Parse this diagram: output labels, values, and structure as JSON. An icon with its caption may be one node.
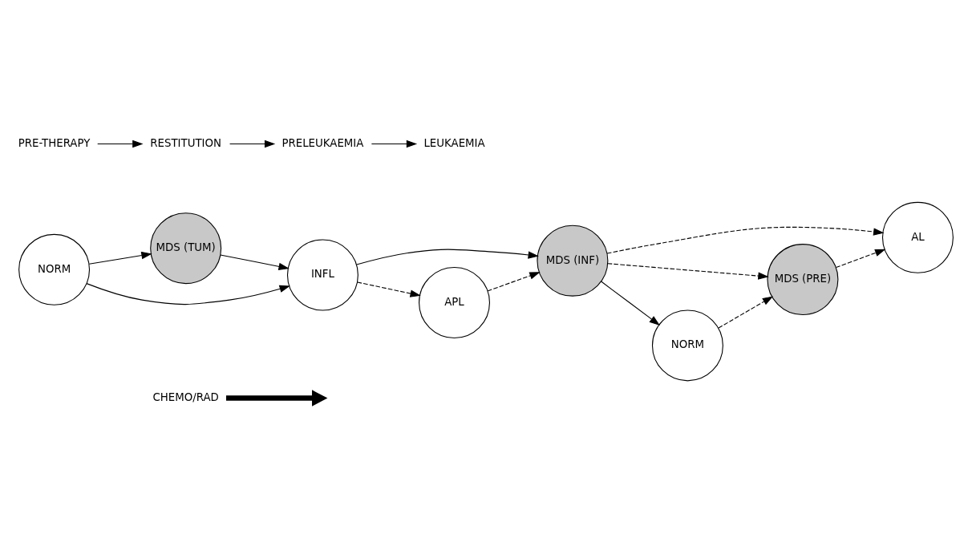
{
  "diagram": {
    "nodes": [
      {
        "text": [
          "CHEMO/RAD"
        ]
      },
      {
        "text": [
          "AL"
        ]
      },
      {
        "text": [
          "MDS (TUM)"
        ]
      },
      {
        "text": [
          "INFL"
        ]
      },
      {
        "text": [
          "MDS (INF)"
        ]
      },
      {
        "text": [
          "MDS (PRE)"
        ]
      },
      {
        "text": [
          "NORM"
        ]
      },
      {
        "text": [
          "NORM"
        ]
      },
      {
        "text": [
          "APL"
        ]
      },
      {
        "text": [
          "PRE-THERAPY"
        ]
      },
      {
        "text": [
          "RESTITUTION"
        ]
      },
      {
        "text": [
          "PRELEUKAEMIA"
        ]
      },
      {
        "text": [
          "LEUKAEMIA"
        ]
      }
    ],
    "edges": [
      {
        "from": 6,
        "to": 2,
        "arrow": "to"
      },
      {
        "from": 6,
        "to": 3,
        "arrow": "to"
      },
      {
        "from": 2,
        "to": 3,
        "arrow": "to"
      },
      {
        "from": 0,
        "to": null,
        "arrow": "to",
        "style": "thick"
      },
      {
        "from": 3,
        "to": 4,
        "arrow": "to"
      },
      {
        "from": 3,
        "to": 8,
        "arrow": "to",
        "style": "dashed"
      },
      {
        "from": 8,
        "to": 4,
        "arrow": "to",
        "style": "dashed"
      },
      {
        "from": 4,
        "to": 7,
        "arrow": "to"
      },
      {
        "from": 4,
        "to": 1,
        "arrow": "to",
        "style": "dashed"
      },
      {
        "from": 4,
        "to": 5,
        "arrow": "to",
        "style": "dashed"
      },
      {
        "from": 7,
        "to": 5,
        "arrow": "to",
        "style": "dashed"
      },
      {
        "from": 5,
        "to": 1,
        "arrow": "to",
        "style": "dashed"
      },
      {
        "from": 9,
        "to": 10,
        "arrow": "to"
      },
      {
        "from": 10,
        "to": 11,
        "arrow": "to"
      },
      {
        "from": 11,
        "to": 12,
        "arrow": "to"
      }
    ]
  }
}
